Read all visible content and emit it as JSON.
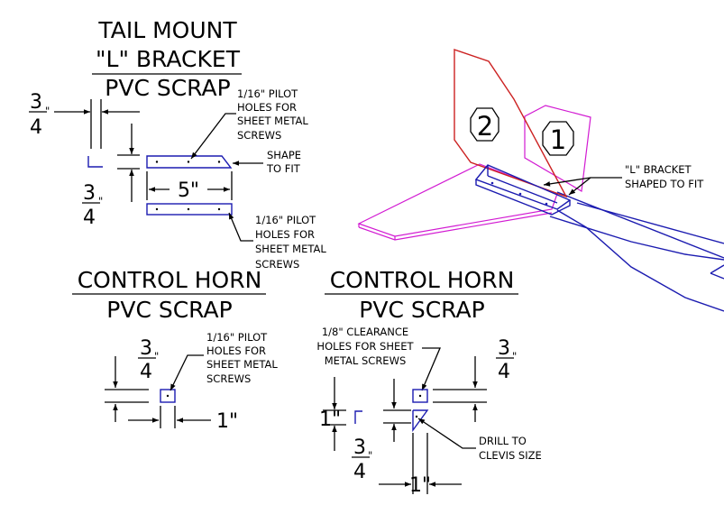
{
  "tail_mount": {
    "title_1": "TAIL MOUNT",
    "title_2": "\"L\" BRACKET",
    "title_3": "PVC SCRAP",
    "dim_width_num": "3",
    "dim_width_unit": "\"",
    "dim_width_den": "4",
    "dim_height_num": "3",
    "dim_height_unit": "\"",
    "dim_height_den": "4",
    "dim_length": "5\"",
    "note_top": [
      "1/16\" PILOT",
      "HOLES FOR",
      "SHEET METAL",
      "SCREWS"
    ],
    "note_shape": [
      "SHAPE",
      "TO FIT"
    ],
    "note_bottom": [
      "1/16\" PILOT",
      "HOLES FOR",
      "SHEET METAL",
      "SCREWS"
    ]
  },
  "control_horn_left": {
    "title_1": "CONTROL HORN",
    "title_2": "PVC SCRAP",
    "dim_height_num": "3",
    "dim_height_unit": "\"",
    "dim_height_den": "4",
    "dim_width": "1\"",
    "note": [
      "1/16\" PILOT",
      "HOLES FOR",
      "SHEET METAL",
      "SCREWS"
    ]
  },
  "control_horn_right": {
    "title_1": "CONTROL HORN",
    "title_2": "PVC SCRAP",
    "dim_right_num": "3",
    "dim_right_unit": "\"",
    "dim_right_den": "4",
    "dim_left": "1\"",
    "dim_mid_num": "3",
    "dim_mid_unit": "\"",
    "dim_mid_den": "4",
    "dim_bottom": "1\"",
    "note_clearance": [
      "1/8\" CLEARANCE",
      "HOLES FOR SHEET",
      "METAL SCREWS"
    ],
    "note_drill": [
      "DRILL TO",
      "CLEVIS SIZE"
    ]
  },
  "assembly": {
    "fin_label_2": "2",
    "fin_label_1": "1",
    "note_bracket": [
      "\"L\" BRACKET",
      "SHAPED TO FIT"
    ]
  },
  "colors": {
    "ink": "#000000",
    "part_blue": "#1b1bb0",
    "stab_magenta": "#d21ad2",
    "fin_red": "#cc2222"
  }
}
